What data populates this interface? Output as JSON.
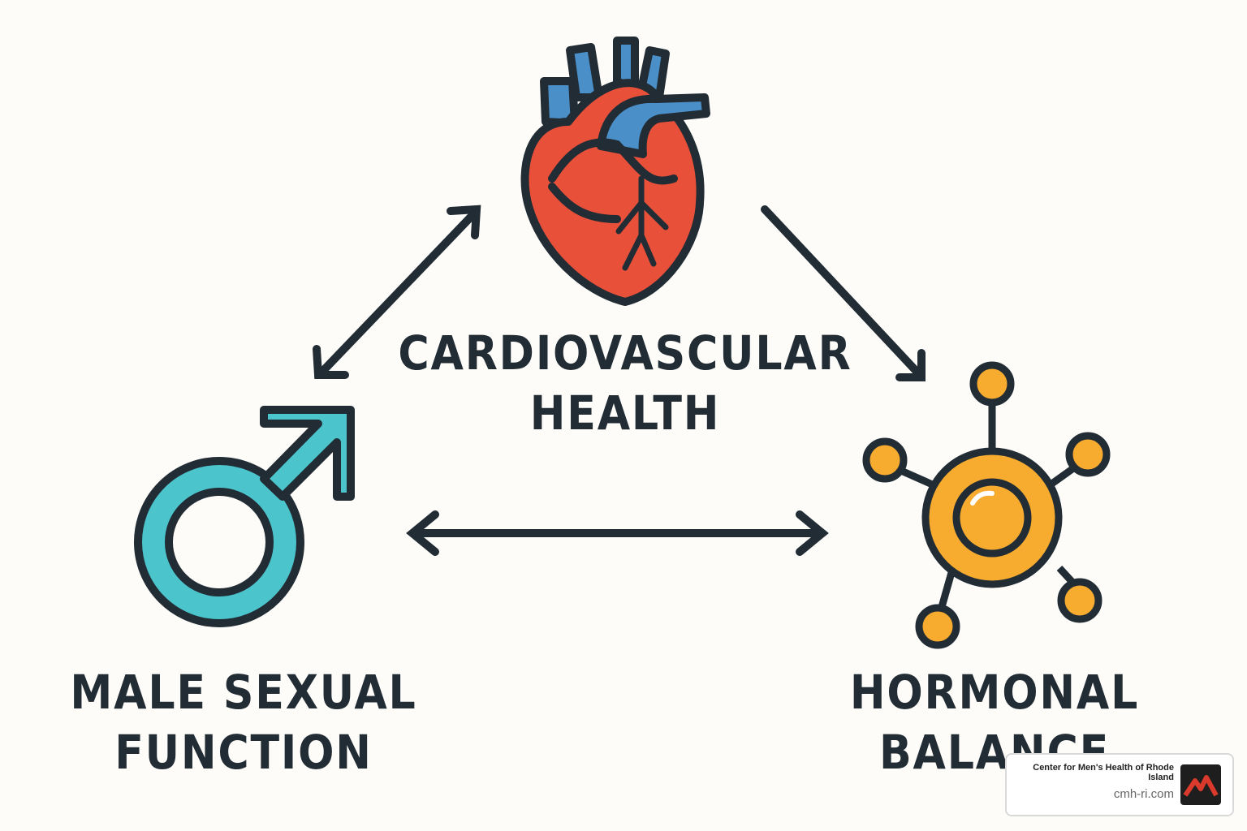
{
  "nodes": {
    "cardiovascular": {
      "lines": [
        "CARDIOVASCULAR",
        "HEALTH"
      ]
    },
    "male_sexual": {
      "lines": [
        "MALE SEXUAL",
        "FUNCTION"
      ]
    },
    "hormonal": {
      "lines": [
        "HORMONAL",
        "BALANCE"
      ]
    }
  },
  "icons": {
    "heart": "anatomical-heart-icon",
    "male": "male-symbol-icon",
    "hormone": "hormone-molecule-icon"
  },
  "colors": {
    "heart_red": "#e8503a",
    "vessel_blue": "#4a8fc7",
    "male_teal": "#4cc4cc",
    "hormone_orange": "#f7ab2f",
    "outline": "#222c35",
    "brand_red": "#d93a2b"
  },
  "brand": {
    "name": "Center for Men's Health of Rhode Island",
    "url": "cmh-ri.com"
  }
}
